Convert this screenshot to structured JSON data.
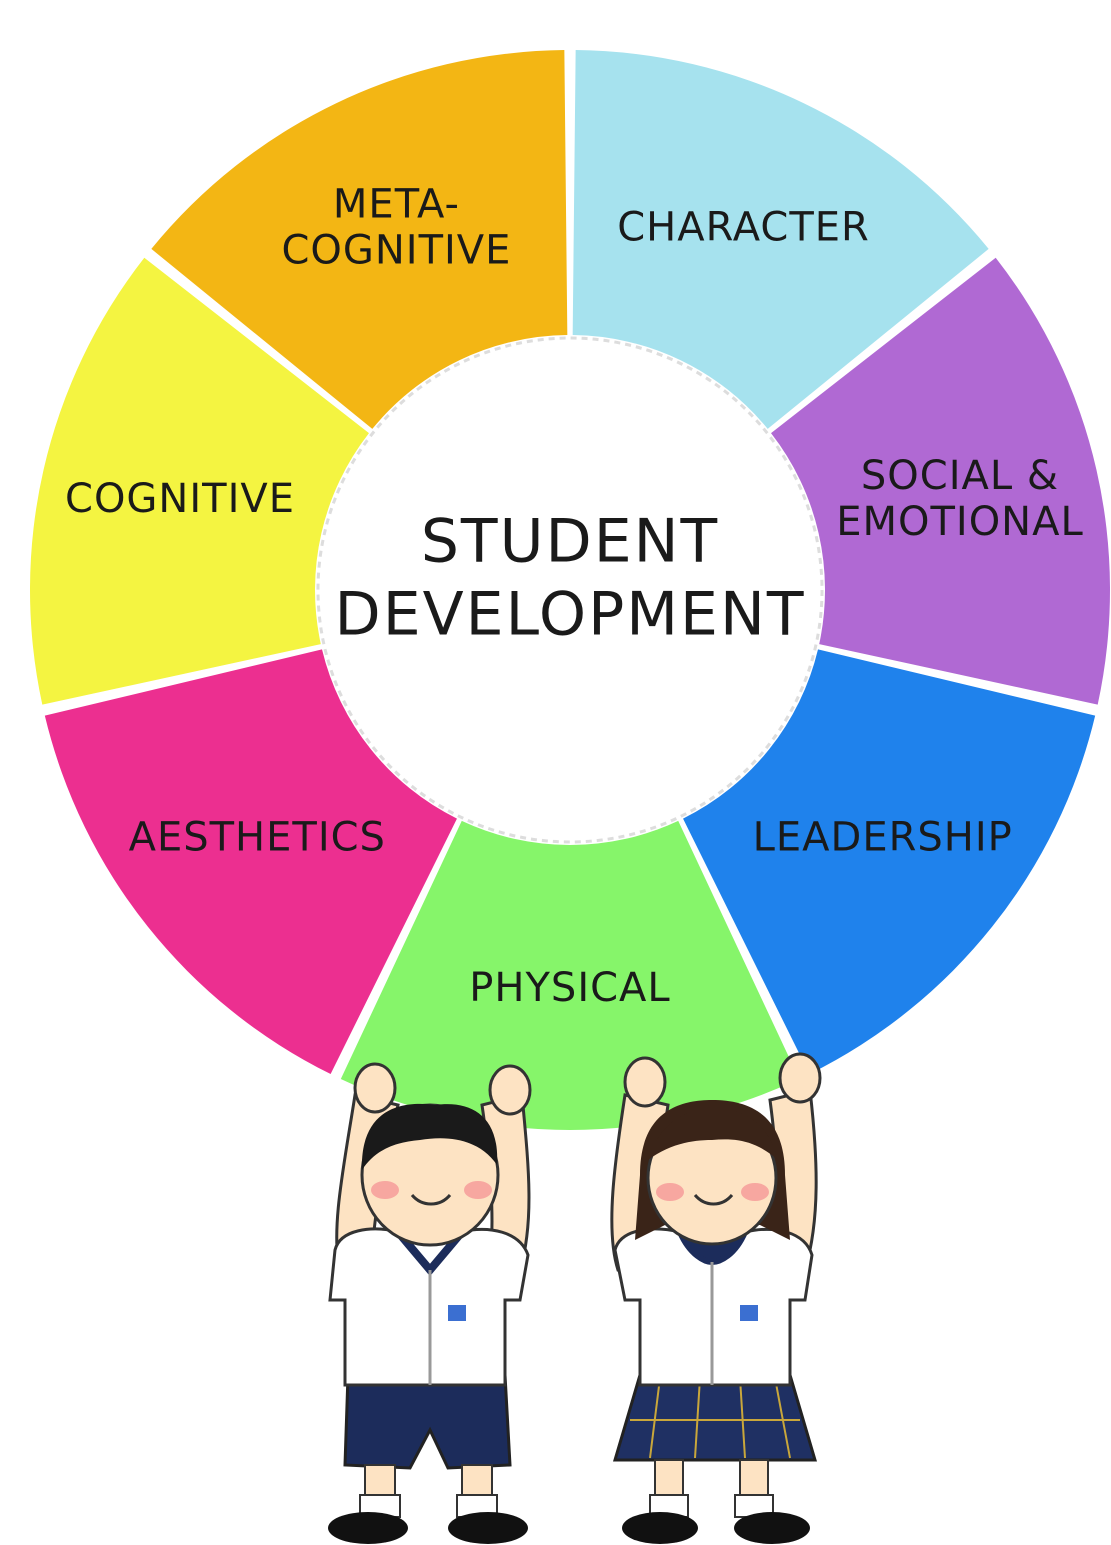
{
  "diagram": {
    "center_title_line1": "STUDENT",
    "center_title_line2": "DEVELOPMENT",
    "segments": [
      {
        "line1": "CHARACTER",
        "line2": "",
        "color": "#a6e2ee"
      },
      {
        "line1": "SOCIAL &",
        "line2": "EMOTIONAL",
        "color": "#b069d3"
      },
      {
        "line1": "LEADERSHIP",
        "line2": "",
        "color": "#1f82ec"
      },
      {
        "line1": "PHYSICAL",
        "line2": "",
        "color": "#86f56a"
      },
      {
        "line1": "AESTHETICS",
        "line2": "",
        "color": "#ec2f90"
      },
      {
        "line1": "COGNITIVE",
        "line2": "",
        "color": "#f4f441"
      },
      {
        "line1": "META-",
        "line2": "COGNITIVE",
        "color": "#f3b614"
      }
    ]
  },
  "colors": {
    "shirt": "#ffffff",
    "collar_trim": "#1c2c5b",
    "shorts": "#1c2c5b",
    "skirt": "#1f3063",
    "skin": "#fde3c3",
    "hair": "#2b1d14",
    "cheek": "#f7a7a0"
  }
}
